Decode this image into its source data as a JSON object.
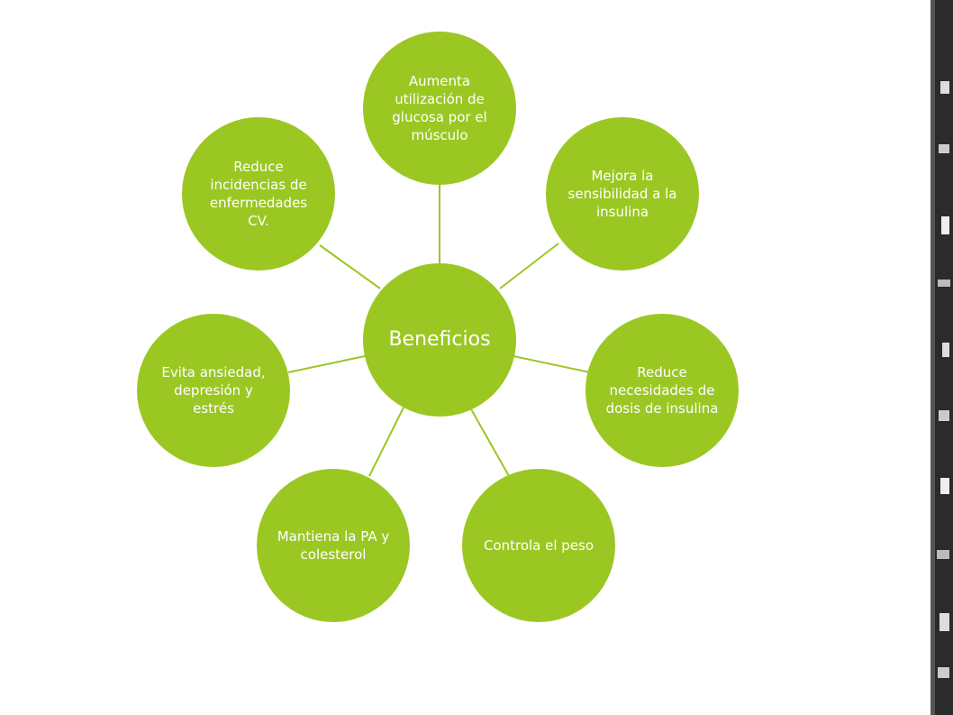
{
  "diagram": {
    "center": {
      "label": "Beneficios"
    },
    "nodes": [
      {
        "label": "Aumenta utilización de glucosa por el músculo"
      },
      {
        "label": "Mejora la sensibilidad a la insulina"
      },
      {
        "label": "Reduce necesidades de dosis de insulina"
      },
      {
        "label": "Controla el peso"
      },
      {
        "label": "Mantiena la PA y colesterol"
      },
      {
        "label": "Evita ansiedad, depresión y estrés"
      },
      {
        "label": "Reduce incidencias de enfermedades CV."
      }
    ]
  },
  "colors": {
    "node_fill": "#9bc723",
    "node_text": "#ffffff",
    "connector": "#9bc723",
    "background": "#ffffff",
    "edge_strip": "#2b2b2b"
  }
}
